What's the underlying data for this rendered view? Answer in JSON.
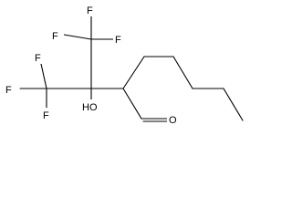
{
  "structure": {
    "atoms": {
      "f_top_1": "F",
      "f_top_2": "F",
      "f_top_3": "F",
      "f_left_1": "F",
      "f_left_2": "F",
      "f_left_3": "F",
      "hydroxyl": "HO",
      "aldehyde_oxygen": "O"
    }
  }
}
